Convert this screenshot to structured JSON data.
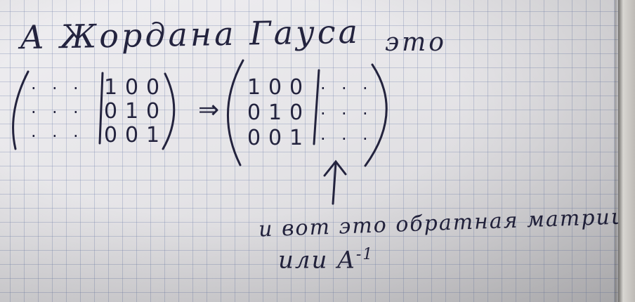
{
  "heading": {
    "prefix": "А Жордана Гауса",
    "suffix": "это"
  },
  "left_matrix": {
    "rows": [
      [
        "·",
        "·",
        "·",
        "1",
        "0",
        "0"
      ],
      [
        "·",
        "·",
        "·",
        "0",
        "1",
        "0"
      ],
      [
        "·",
        "·",
        "·",
        "0",
        "0",
        "1"
      ]
    ]
  },
  "implies": "⇒",
  "right_matrix": {
    "rows": [
      [
        "1",
        "0",
        "0",
        "·",
        "·",
        "·"
      ],
      [
        "0",
        "1",
        "0",
        "·",
        "·",
        "·"
      ],
      [
        "0",
        "0",
        "1",
        "·",
        "·",
        "·"
      ]
    ]
  },
  "note": {
    "line1": "и вот это обратная матрица",
    "line2": "или A",
    "superscript": "-1"
  }
}
